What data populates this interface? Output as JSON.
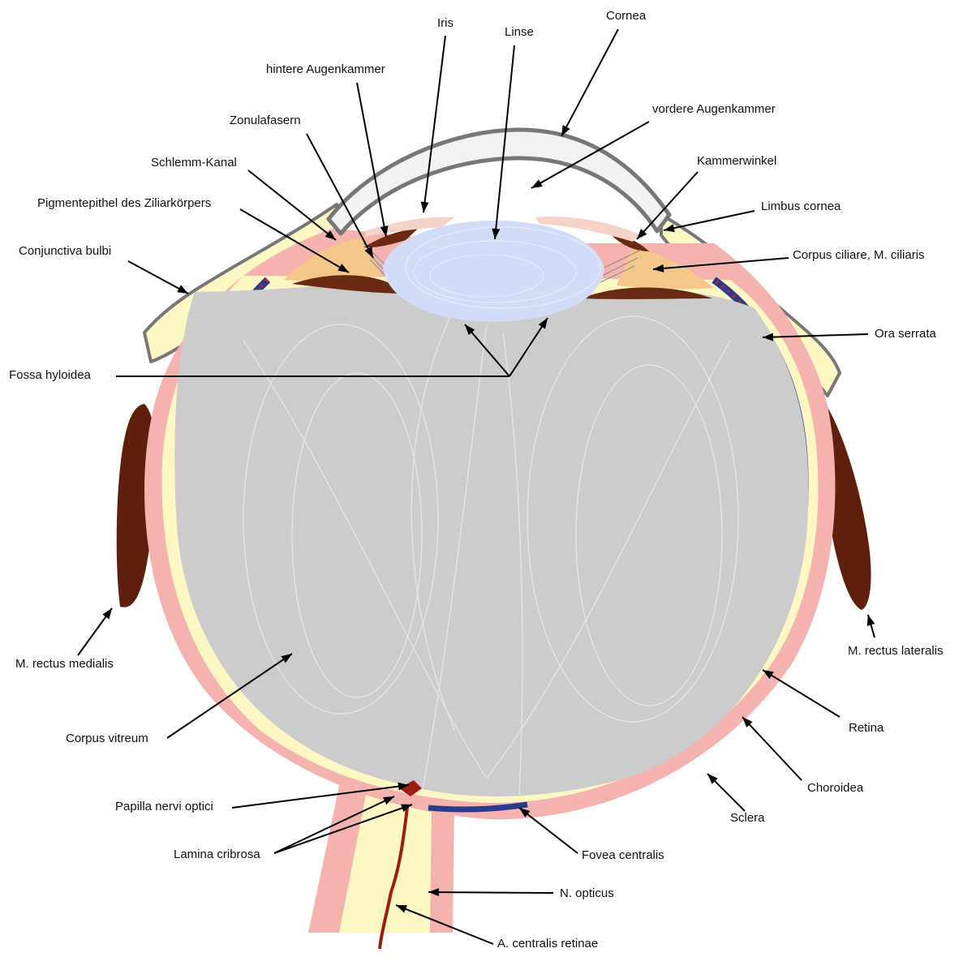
{
  "labels": {
    "iris": "Iris",
    "linse": "Linse",
    "cornea": "Cornea",
    "hintere_augenkammer": "hintere Augenkammer",
    "vordere_augenkammer": "vordere Augenkammer",
    "zonulafasern": "Zonulafasern",
    "schlemm_kanal": "Schlemm-Kanal",
    "kammerwinkel": "Kammerwinkel",
    "pigmentepithel": "Pigmentepithel des Ziliarkörpers",
    "limbus_cornea": "Limbus cornea",
    "conjunctiva_bulbi": "Conjunctiva bulbi",
    "corpus_ciliare": "Corpus ciliare, M. ciliaris",
    "ora_serrata": "Ora serrata",
    "fossa_hyloidea": "Fossa hyloidea",
    "m_rectus_medialis": "M. rectus medialis",
    "m_rectus_lateralis": "M. rectus lateralis",
    "retina": "Retina",
    "corpus_vitreum": "Corpus vitreum",
    "choroidea": "Choroidea",
    "sclera": "Sclera",
    "papilla_nervi_optici": "Papilla nervi optici",
    "lamina_cribrosa": "Lamina cribrosa",
    "fovea_centralis": "Fovea centralis",
    "n_opticus": "N. opticus",
    "a_centralis_retinae": "A. centralis retinae"
  },
  "colors": {
    "sclera": "#f4b3ae",
    "choroidea": "#2a3a8c",
    "choroidea_vessels": "#b2262a",
    "retina_layer": "#fbf3b8",
    "vitreous": "#cccccc",
    "vitreous_strands": "#e9e9e9",
    "lens": "#d3dcf6",
    "cornea_outline": "#777777",
    "cornea_fill": "#f2f2f2",
    "conjunctiva": "#fdf7c4",
    "ciliary_body": "#f5c78a",
    "pigment_epithelium": "#6a2a12",
    "muscle": "#5e1f0c",
    "artery": "#9c1d12",
    "iris": "#f7d2c6"
  }
}
